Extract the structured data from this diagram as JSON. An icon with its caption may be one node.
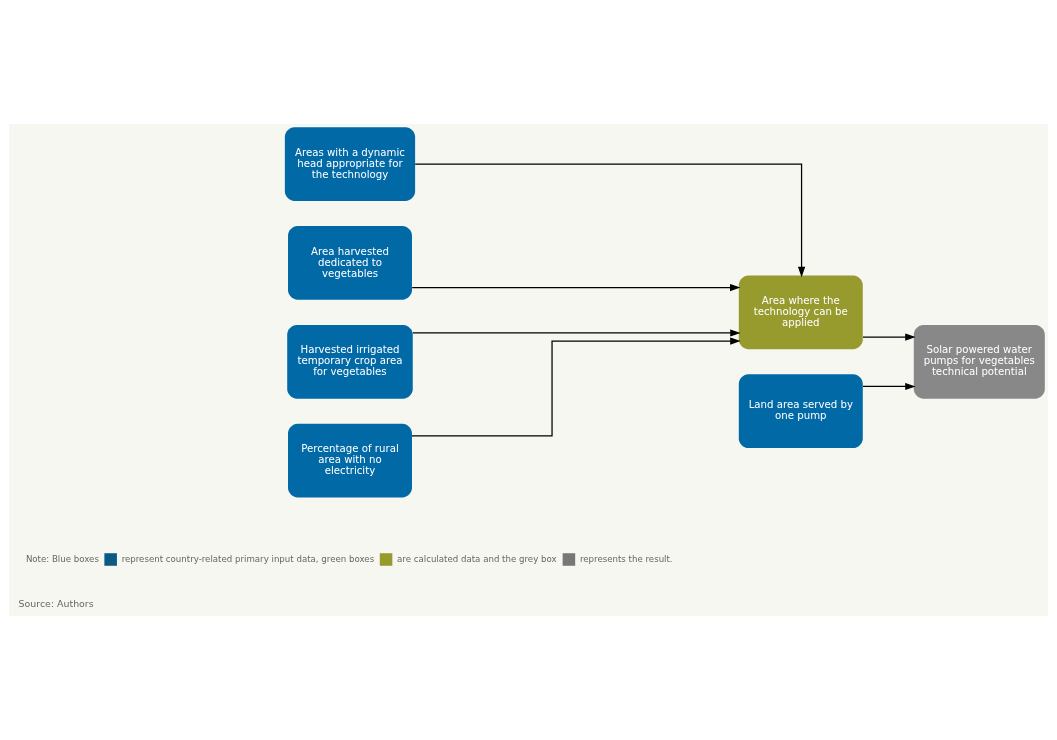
{
  "diagram": {
    "caption": "Source: Authors",
    "nodes": [
      {
        "text": [
          "Areas with a dynamic head appropriate for the technology"
        ]
      },
      {
        "text": [
          "Area harvested dedicated to vegetables"
        ]
      },
      {
        "text": [
          "Harvested irrigated temporary crop area for vegetables"
        ]
      },
      {
        "text": [
          "Percentage of rural area with no electricity"
        ]
      },
      {
        "text": [
          "Area where the technology can be applied"
        ]
      },
      {
        "text": [
          "Land area served by one pump"
        ]
      },
      {
        "text": [
          "Solar powered water pumps for vegetables technical potential"
        ]
      }
    ],
    "edges": [
      {
        "from": 0,
        "to": 4,
        "arrow": "to"
      },
      {
        "from": 1,
        "to": 4,
        "arrow": "to"
      },
      {
        "from": 2,
        "to": 4,
        "arrow": "to"
      },
      {
        "from": 3,
        "to": 4,
        "arrow": "to"
      },
      {
        "from": 4,
        "to": 6,
        "arrow": "to"
      },
      {
        "from": 5,
        "to": 6,
        "arrow": "to"
      }
    ],
    "labels": [
      "represents the result."
    ],
    "legend": [
      {
        "text": "Note: Blue boxes",
        "color": "#0b5a84"
      },
      {
        "text": "represent country-related primary input data, green boxes",
        "color": "#979a2d"
      },
      {
        "text": "are calculated data and the grey box",
        "color": "#777777"
      }
    ]
  }
}
